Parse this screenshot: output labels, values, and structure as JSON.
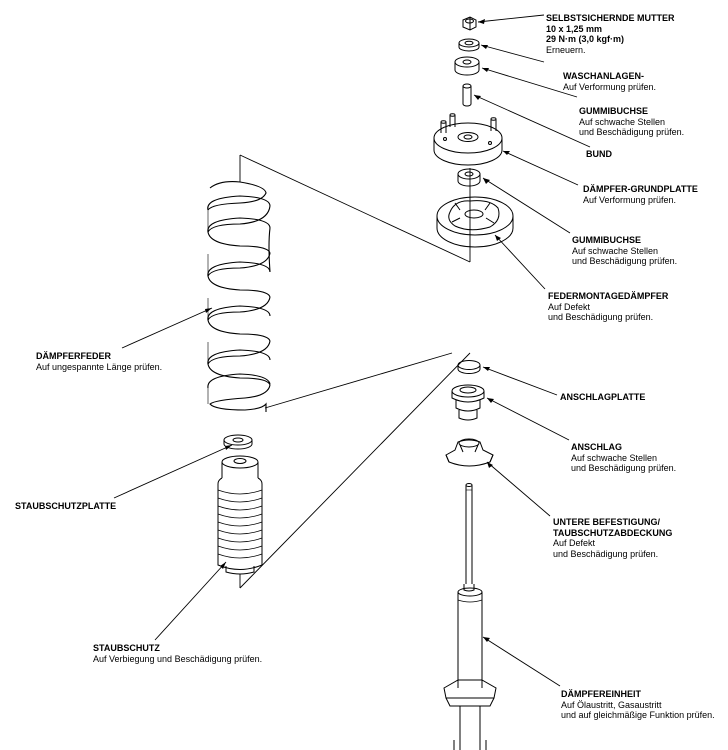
{
  "parts": [
    {
      "id": "mutter",
      "title": "SELBSTSICHERNDE MUTTER",
      "lines": [
        "10 x 1,25 mm",
        "29 N·m (3,0 kgf·m)",
        "Erneuern."
      ],
      "boldLines": 2
    },
    {
      "id": "waschanlagen",
      "title": "WASCHANLAGEN-",
      "lines": [
        "Auf Verformung prüfen."
      ]
    },
    {
      "id": "gummibuchse1",
      "title": "GUMMIBUCHSE",
      "lines": [
        "Auf schwache Stellen",
        "und Beschädigung prüfen."
      ]
    },
    {
      "id": "bund",
      "title": "BUND",
      "lines": []
    },
    {
      "id": "grundplatte",
      "title": "DÄMPFER-GRUNDPLATTE",
      "lines": [
        "Auf Verformung prüfen."
      ]
    },
    {
      "id": "gummibuchse2",
      "title": "GUMMIBUCHSE",
      "lines": [
        "Auf schwache Stellen",
        "und Beschädigung prüfen."
      ]
    },
    {
      "id": "federmontage",
      "title": "FEDERMONTAGEDÄMPFER",
      "lines": [
        "Auf Defekt",
        "und Beschädigung prüfen."
      ]
    },
    {
      "id": "feder",
      "title": "DÄMPFERFEDER",
      "lines": [
        "Auf ungespannte Länge prüfen."
      ]
    },
    {
      "id": "anschlagplatte",
      "title": "ANSCHLAGPLATTE",
      "lines": []
    },
    {
      "id": "anschlag",
      "title": "ANSCHLAG",
      "lines": [
        "Auf schwache Stellen",
        "und Beschädigung prüfen."
      ]
    },
    {
      "id": "staubplatte",
      "title": "STAUBSCHUTZPLATTE",
      "lines": []
    },
    {
      "id": "befestigung",
      "title": "UNTERE BEFESTIGUNG/",
      "lines": [
        "TAUBSCHUTZABDECKUNG",
        "Auf Defekt",
        "und Beschädigung prüfen."
      ],
      "boldLines": 1
    },
    {
      "id": "staubschutz",
      "title": "STAUBSCHUTZ",
      "lines": [
        "Auf Verbiegung und Beschädigung prüfen."
      ]
    },
    {
      "id": "daempfer",
      "title": "DÄMPFEREINHEIT",
      "lines": [
        "Auf Ölaustritt, Gasaustritt",
        "und auf gleichmäßige Funktion prüfen."
      ]
    }
  ]
}
